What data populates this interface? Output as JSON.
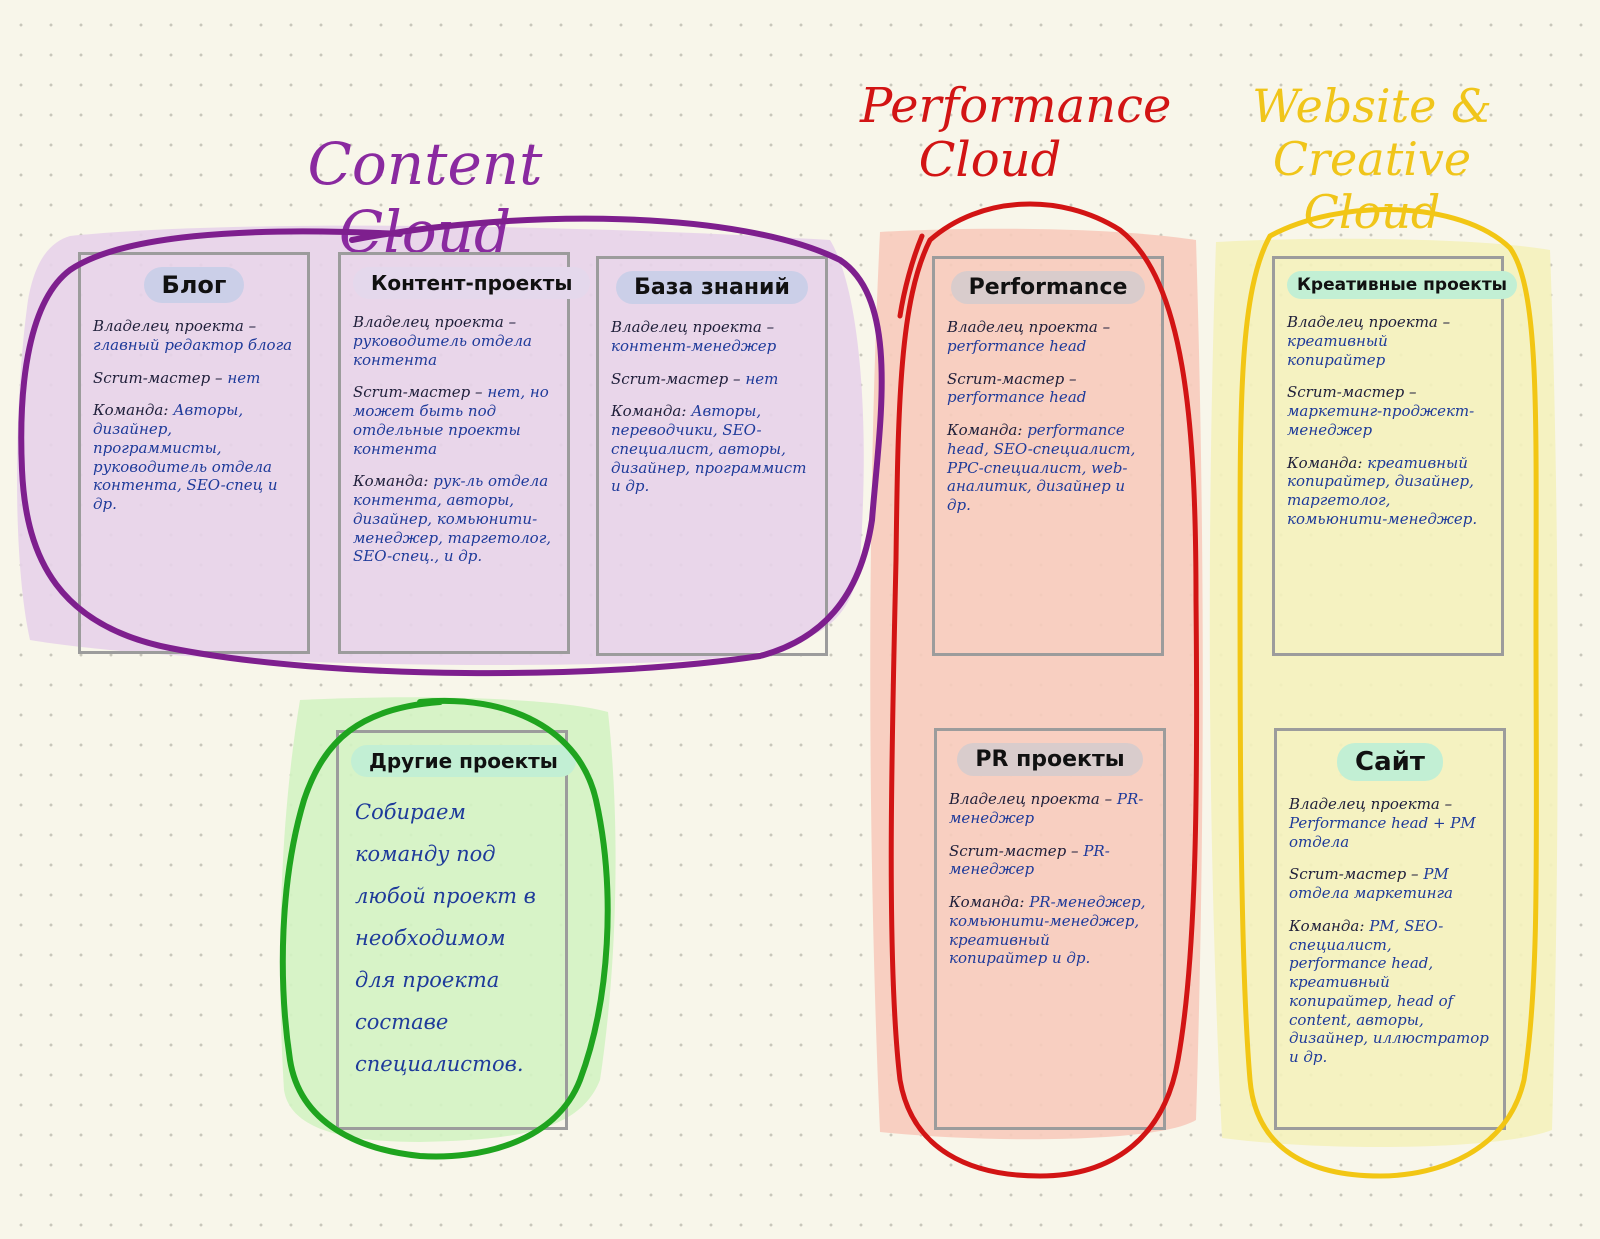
{
  "colors": {
    "purple_fill": "#e7d3ea",
    "purple_stroke": "#7e1f8e",
    "green_fill": "#d3f3c3",
    "green_stroke": "#1fa41f",
    "red_fill": "#f7cbbd",
    "red_stroke": "#d21414",
    "yellow_fill": "#f4f2bc",
    "yellow_stroke": "#f2c614",
    "pill_purple": "#cbcfe8",
    "pill_gray": "#d9cccc",
    "pill_green": "#c2efd4",
    "text_blue": "#1e3a9a"
  },
  "clouds": {
    "content": {
      "title": "Content    Cloud"
    },
    "performance": {
      "title": "Performance\nCloud"
    },
    "website": {
      "title": "Website & Creative\nCloud"
    }
  },
  "boards": {
    "blog": {
      "title": "Блог",
      "owner_label": "Владелец проекта –",
      "owner_value": "главный редактор блога",
      "scrum_label": "Scrum-мастер –",
      "scrum_value": "нет",
      "team_label": "Команда:",
      "team_value": "Авторы, дизайнер, программисты, руководитель отдела контента, SEO-спец и др."
    },
    "content_projects": {
      "title": "Контент-проекты",
      "owner_label": "Владелец проекта –",
      "owner_value": "руководитель отдела контента",
      "scrum_label": "Scrum-мастер –",
      "scrum_value": "нет, но может быть под отдельные проекты контента",
      "team_label": "Команда:",
      "team_value": "рук-ль отдела контента, авторы, дизайнер, комьюнити-менеджер, таргетолог, SEO-спец., и др."
    },
    "knowledge_base": {
      "title": "База знаний",
      "owner_label": "Владелец проекта –",
      "owner_value": "контент-менеджер",
      "scrum_label": "Scrum-мастер –",
      "scrum_value": "нет",
      "team_label": "Команда:",
      "team_value": "Авторы, переводчики, SEO-специалист, авторы, дизайнер, программист и др."
    },
    "performance": {
      "title": "Performance",
      "owner_label": "Владелец проекта –",
      "owner_value": "performance head",
      "scrum_label": "Scrum-мастер –",
      "scrum_value": "performance head",
      "team_label": "Команда:",
      "team_value": "performance head, SEO-специалист, PPC-специалист, web-аналитик, дизайнер и др."
    },
    "pr_projects": {
      "title": "PR проекты",
      "owner_label": "Владелец проекта –",
      "owner_value": "PR-менеджер",
      "scrum_label": "Scrum-мастер –",
      "scrum_value": "PR-менеджер",
      "team_label": "Команда:",
      "team_value": "PR-менеджер, комьюнити-менеджер, креативный копирайтер и др."
    },
    "creative_projects": {
      "title": "Креативные проекты",
      "owner_label": "Владелец проекта –",
      "owner_value": "креативный копирайтер",
      "scrum_label": "Scrum-мастер –",
      "scrum_value": "маркетинг-проджект-менеджер",
      "team_label": "Команда:",
      "team_value": "креативный копирайтер, дизайнер, таргетолог, комьюнити-менеджер."
    },
    "site": {
      "title": "Сайт",
      "owner_label": "Владелец проекта –",
      "owner_value": "Performance head + PM отдела",
      "scrum_label": "Scrum-мастер –",
      "scrum_value": "PM отдела маркетинга",
      "team_label": "Команда:",
      "team_value": "PM, SEO-специалист, performance head, креативный копирайтер, head of content, авторы, дизайнер, иллюстратор и др."
    },
    "other_projects": {
      "title": "Другие проекты",
      "text": "Собираем команду под любой проект в необходимом для проекта составе специалистов."
    }
  }
}
